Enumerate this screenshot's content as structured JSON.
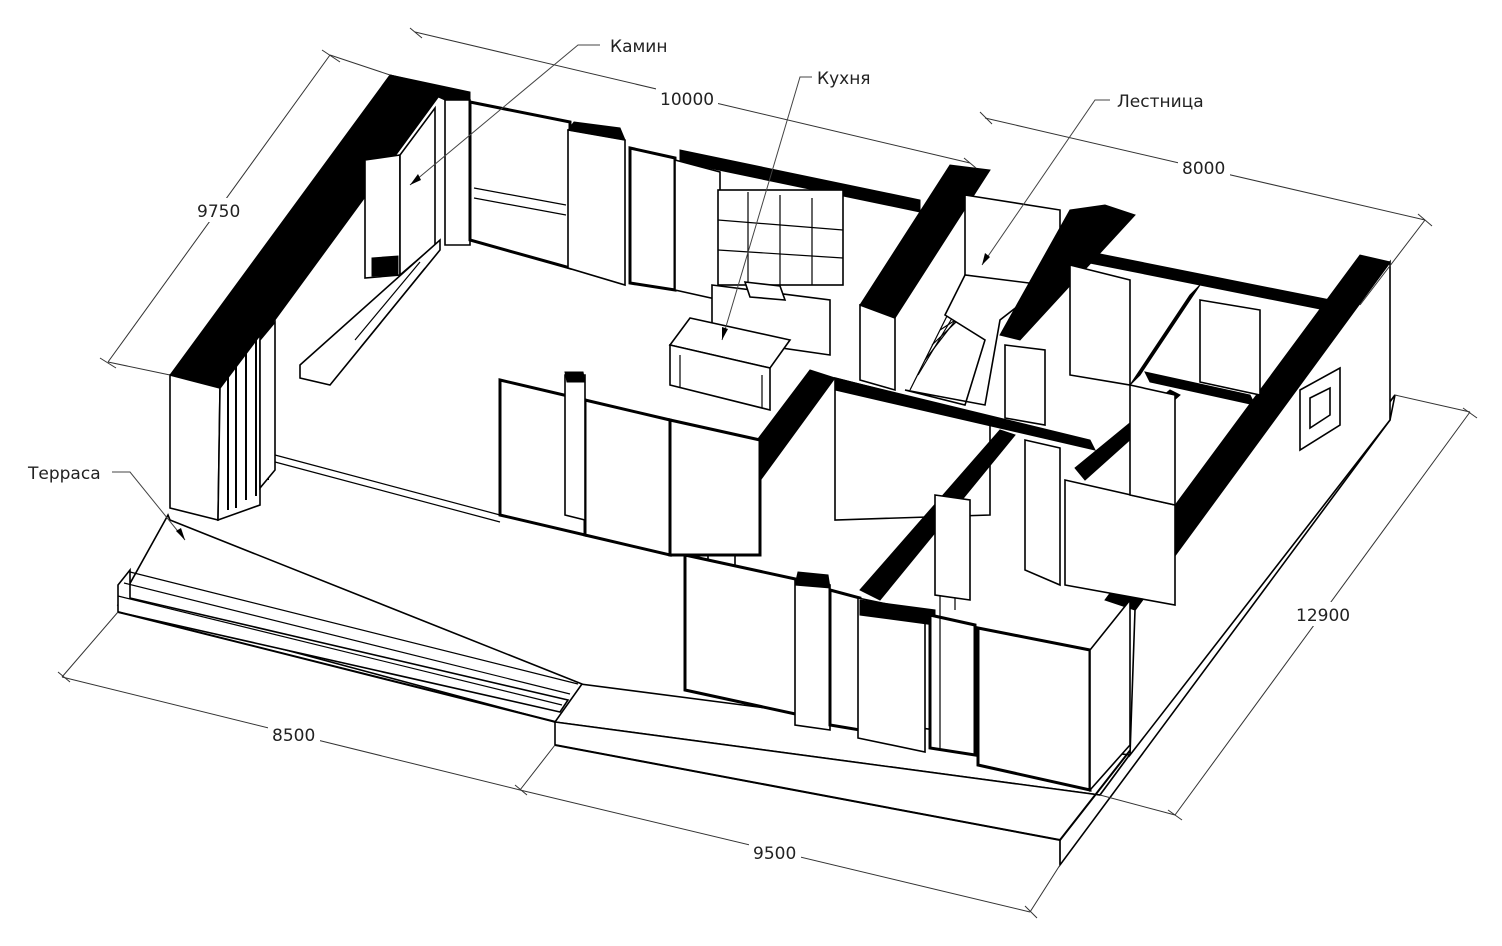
{
  "colors": {
    "line": "#000000",
    "background": "#ffffff",
    "text": "#222222"
  },
  "labels": {
    "fireplace": "Камин",
    "kitchen": "Кухня",
    "stairs": "Лестница",
    "terrace": "Терраса"
  },
  "dimensions": {
    "top_length": "10000",
    "left_depth": "9750",
    "right_top": "8000",
    "front_left": "8500",
    "front_right": "9500",
    "right_depth": "12900"
  }
}
